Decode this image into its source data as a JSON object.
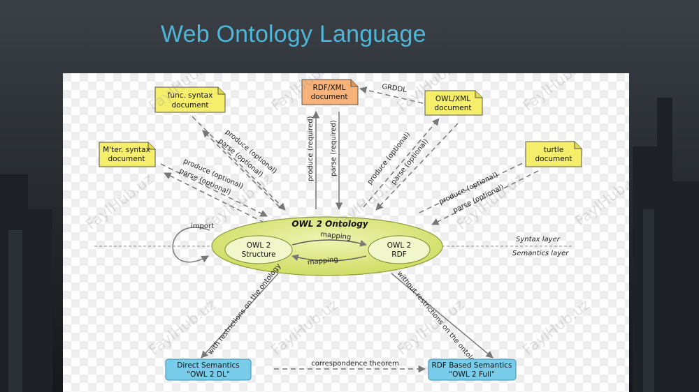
{
  "title": "Web Ontology Language",
  "colors": {
    "title": "#4fb6d8",
    "doc_yellow": "#f4ee6a",
    "doc_orange": "#f7b27a",
    "ellipse": "#d9e67a",
    "semantics_blue": "#79cdea",
    "arrow": "#777777"
  },
  "nodes": {
    "func_syntax": [
      "func. syntax",
      "document"
    ],
    "mter_syntax": [
      "M'ter. syntax",
      "document"
    ],
    "rdf_xml": [
      "RDF/XML",
      "document"
    ],
    "owl_xml": [
      "OWL/XML",
      "document"
    ],
    "turtle": [
      "turtle",
      "document"
    ],
    "ontology_title": "OWL 2 Ontology",
    "structure": [
      "OWL 2",
      "Structure"
    ],
    "rdf": [
      "OWL 2",
      "RDF"
    ],
    "direct_semantics": [
      "Direct Semantics",
      "\"OWL 2 DL\""
    ],
    "rdf_semantics": [
      "RDF Based Semantics",
      "\"OWL 2 Full\""
    ]
  },
  "edge_labels": {
    "grddl": "GRDDL",
    "produce_optional": "produce (optional)",
    "parse_optional": "parse (optional)",
    "produce_required": "produce (required)",
    "parse_required": "parse (required)",
    "mapping": "mapping",
    "import": "import",
    "with_restrictions": "with restrictions on the ontology",
    "without_restrictions": "without restrictions on the ontology",
    "correspondence": "correspondence theorem"
  },
  "layers": {
    "syntax": "Syntax layer",
    "semantics": "Semantics layer"
  },
  "watermark": "FaylHub.uz"
}
